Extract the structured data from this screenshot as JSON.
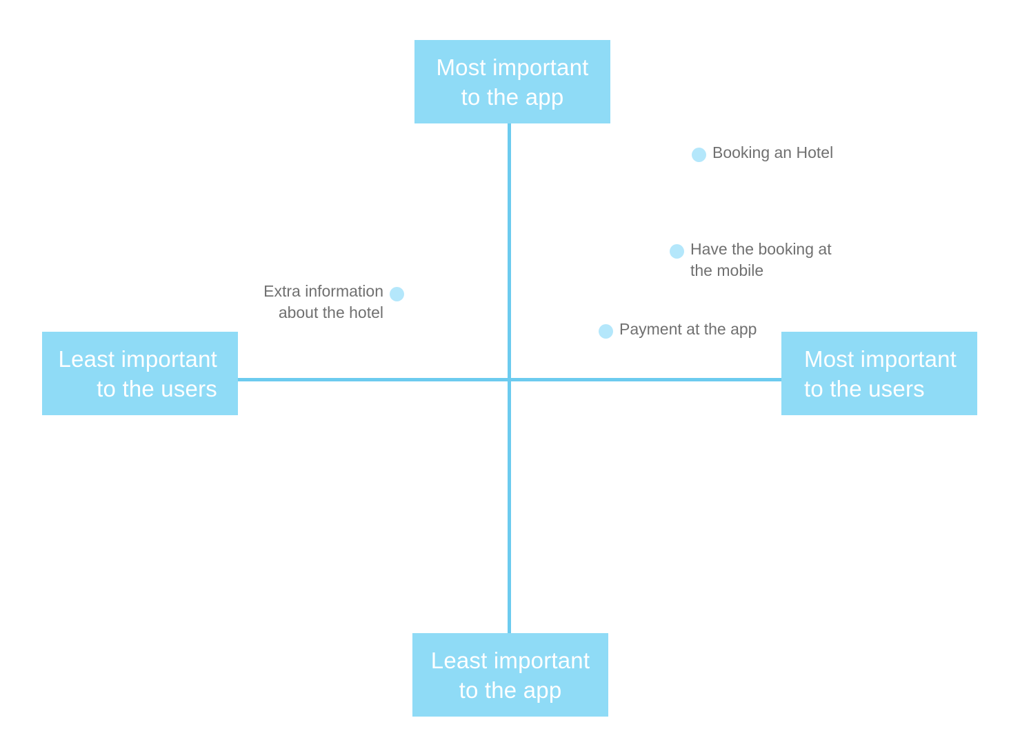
{
  "axes": {
    "top": [
      "Most important",
      "to the app"
    ],
    "bottom": [
      "Least important",
      "to the app"
    ],
    "left": [
      "Least important",
      "to the users"
    ],
    "right": [
      "Most important",
      "to the users"
    ]
  },
  "points": [
    {
      "label": [
        "Booking an Hotel"
      ]
    },
    {
      "label": [
        "Have the booking at",
        "the mobile"
      ]
    },
    {
      "label": [
        "Extra information",
        "about the hotel"
      ]
    },
    {
      "label": [
        "Payment at the app"
      ]
    }
  ],
  "colors": {
    "axis": "#6ccbef",
    "box": "#8fdbf6",
    "box_text": "#ffffff",
    "dot": "#b4e7fb",
    "label_text": "#707070"
  }
}
